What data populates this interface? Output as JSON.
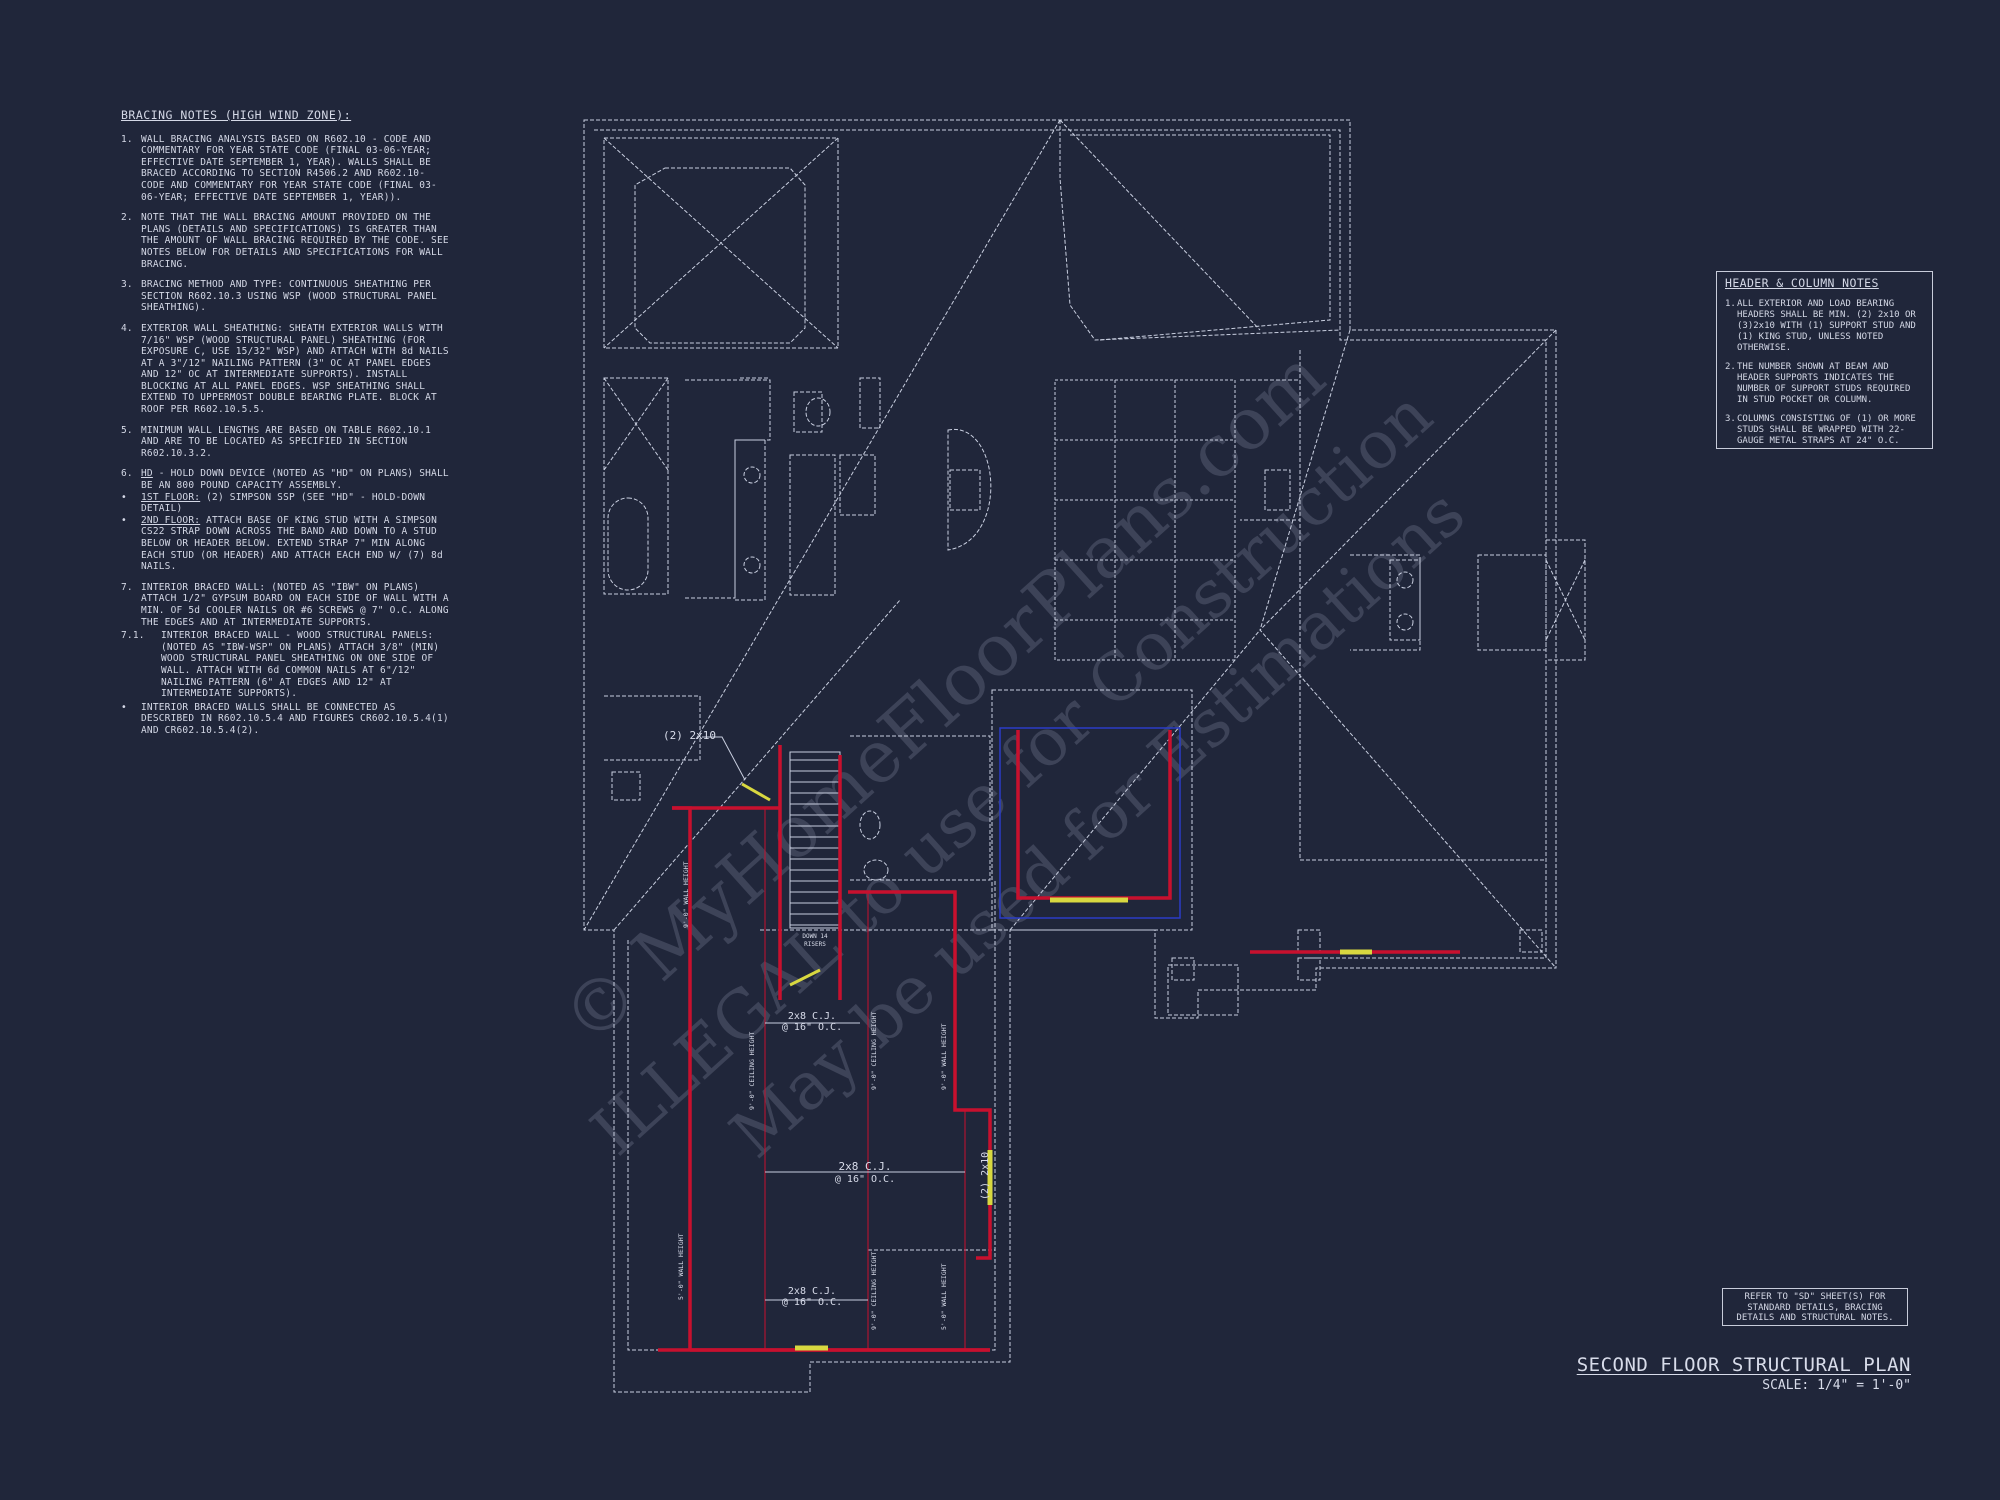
{
  "bracing_notes": {
    "title": "BRACING NOTES (HIGH WIND ZONE):",
    "n1_num": "1.",
    "n1": "WALL BRACING ANALYSIS BASED ON R602.10 - CODE AND COMMENTARY FOR YEAR STATE CODE (FINAL 03-06-YEAR; EFFECTIVE DATE SEPTEMBER 1, YEAR). WALLS SHALL BE BRACED ACCORDING TO SECTION R4506.2 AND R602.10- CODE AND COMMENTARY FOR YEAR STATE CODE (FINAL 03-06-YEAR; EFFECTIVE DATE SEPTEMBER 1, YEAR)).",
    "n2_num": "2.",
    "n2": "NOTE THAT THE WALL BRACING AMOUNT PROVIDED ON THE PLANS (DETAILS AND SPECIFICATIONS) IS GREATER THAN THE AMOUNT OF WALL BRACING REQUIRED BY THE CODE. SEE NOTES BELOW FOR DETAILS AND SPECIFICATIONS FOR WALL BRACING.",
    "n3_num": "3.",
    "n3": "BRACING METHOD AND TYPE: CONTINUOUS SHEATHING PER SECTION R602.10.3 USING WSP (WOOD STRUCTURAL PANEL SHEATHING).",
    "n4_num": "4.",
    "n4": "EXTERIOR WALL SHEATHING: SHEATH EXTERIOR WALLS WITH 7/16\" WSP (WOOD STRUCTURAL PANEL) SHEATHING (FOR EXPOSURE C, USE 15/32\" WSP) AND ATTACH WITH 8d NAILS AT A 3\"/12\" NAILING PATTERN (3\" OC AT PANEL EDGES AND 12\" OC AT INTERMEDIATE SUPPORTS). INSTALL BLOCKING AT ALL PANEL EDGES. WSP SHEATHING SHALL EXTEND TO UPPERMOST DOUBLE BEARING PLATE. BLOCK AT ROOF PER R602.10.5.5.",
    "n5_num": "5.",
    "n5": "MINIMUM WALL LENGTHS ARE BASED ON TABLE R602.10.1 AND ARE TO BE LOCATED AS SPECIFIED IN SECTION R602.10.3.2.",
    "n6_num": "6.",
    "n6_hd": "HD",
    "n6": " - HOLD DOWN DEVICE (NOTED AS \"HD\" ON PLANS) SHALL BE AN 800 POUND CAPACITY ASSEMBLY.",
    "b1_label": "1ST FLOOR:",
    "b1": " (2) SIMPSON SSP (SEE \"HD\" - HOLD-DOWN DETAIL)",
    "b2_label": "2ND FLOOR:",
    "b2": " ATTACH BASE OF KING STUD WITH A SIMPSON CS22 STRAP DOWN ACROSS THE BAND AND DOWN TO A STUD BELOW OR HEADER BELOW. EXTEND STRAP 7\" MIN ALONG EACH STUD (OR HEADER) AND ATTACH EACH END W/ (7) 8d NAILS.",
    "n7_num": "7.",
    "n7": "INTERIOR BRACED WALL: (NOTED AS \"IBW\" ON PLANS) ATTACH 1/2\" GYPSUM BOARD ON EACH SIDE OF WALL WITH A MIN. OF 5d COOLER NAILS OR #6 SCREWS @ 7\" O.C. ALONG THE EDGES AND AT INTERMEDIATE SUPPORTS.",
    "n7_1_num": "7.1.",
    "n7_1": "INTERIOR BRACED WALL - WOOD STRUCTURAL PANELS: (NOTED AS \"IBW-WSP\" ON PLANS) ATTACH 3/8\" (MIN) WOOD STRUCTURAL PANEL SHEATHING ON ONE SIDE OF WALL. ATTACH WITH 6d COMMON NAILS AT 6\"/12\" NAILING PATTERN (6\" AT EDGES AND 12\" AT INTERMEDIATE SUPPORTS).",
    "b3": "INTERIOR BRACED WALLS SHALL BE CONNECTED AS DESCRIBED IN R602.10.5.4 AND FIGURES CR602.10.5.4(1) AND CR602.10.5.4(2)."
  },
  "header_column_notes": {
    "title": "HEADER & COLUMN NOTES",
    "n1_num": "1.",
    "n1": "ALL EXTERIOR AND LOAD BEARING HEADERS SHALL BE MIN. (2) 2x10 OR (3)2x10 WITH (1) SUPPORT STUD AND (1) KING STUD, UNLESS NOTED OTHERWISE.",
    "n2_num": "2.",
    "n2": "THE NUMBER SHOWN AT BEAM AND HEADER SUPPORTS INDICATES THE NUMBER OF SUPPORT STUDS REQUIRED IN STUD POCKET OR COLUMN.",
    "n3_num": "3.",
    "n3": "COLUMNS CONSISTING OF (1) OR MORE STUDS SHALL BE WRAPPED WITH 22-GAUGE METAL STRAPS AT 24\" O.C."
  },
  "refer_note": {
    "l1": "REFER TO \"SD\" SHEET(S) FOR",
    "l2": "STANDARD DETAILS, BRACING",
    "l3": "DETAILS AND STRUCTURAL NOTES."
  },
  "plan": {
    "title": "SECOND FLOOR STRUCTURAL PLAN",
    "scale": "SCALE: 1/4\" = 1'-0\"",
    "header_callout": "(2) 2x10",
    "header_right": "(2) 2x10",
    "cj1_a": "2x8 C.J.",
    "cj1_b": "@ 16\" O.C.",
    "cj2_a": "2x8 C.J.",
    "cj2_b": "@ 16\" O.C.",
    "cj3_a": "2x8 C.J.",
    "cj3_b": "@ 16\" O.C.",
    "stair_a": "DOWN 14",
    "stair_b": "RISERS",
    "wall_h1": "9'-0\" WALL HEIGHT",
    "wall_h2": "9'-0\" WALL HEIGHT",
    "wall_h3": "5'-0\" WALL HEIGHT",
    "wall_h4": "5'-0\" WALL HEIGHT",
    "ceil_h1": "9'-0\" CEILING HEIGHT",
    "ceil_h2": "9'-0\" CEILING HEIGHT",
    "ceil_h3": "9'-0\" CEILING HEIGHT"
  },
  "watermark": {
    "line1": "© MyHomeFloorPlans.com",
    "line2": "ILLEGAL to use for Construction",
    "line3": "May be used for Estimations"
  },
  "colors": {
    "background": "#20263a",
    "linework": "#c9cfe0",
    "bracing_wall": "#c8102e",
    "header": "#d8d840",
    "blue_outline": "#2a3cc8"
  }
}
